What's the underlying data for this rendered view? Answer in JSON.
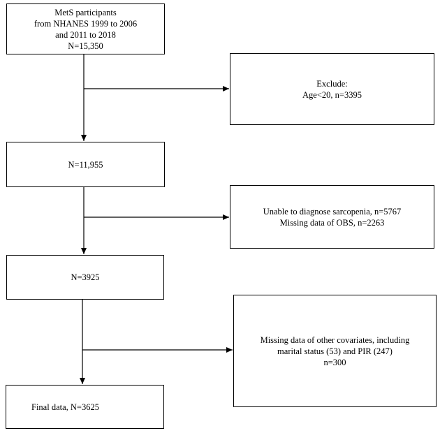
{
  "boxes": {
    "start": {
      "lines": [
        "MetS participants",
        "from NHANES 1999 to 2006",
        "and 2011 to 2018",
        "N=15,350"
      ]
    },
    "exclude1": {
      "lines": [
        "Exclude:",
        "Age<20, n=3395"
      ]
    },
    "step2": {
      "lines": [
        "N=11,955"
      ]
    },
    "exclude2": {
      "lines": [
        "Unable to diagnose sarcopenia, n=5767",
        "Missing data of OBS, n=2263"
      ]
    },
    "step3": {
      "lines": [
        "N=3925"
      ]
    },
    "exclude3": {
      "lines": [
        "Missing data of other covariates, including",
        "marital status (53) and PIR (247)",
        "n=300"
      ]
    },
    "final": {
      "lines": [
        "Final data, N=3625"
      ]
    }
  }
}
